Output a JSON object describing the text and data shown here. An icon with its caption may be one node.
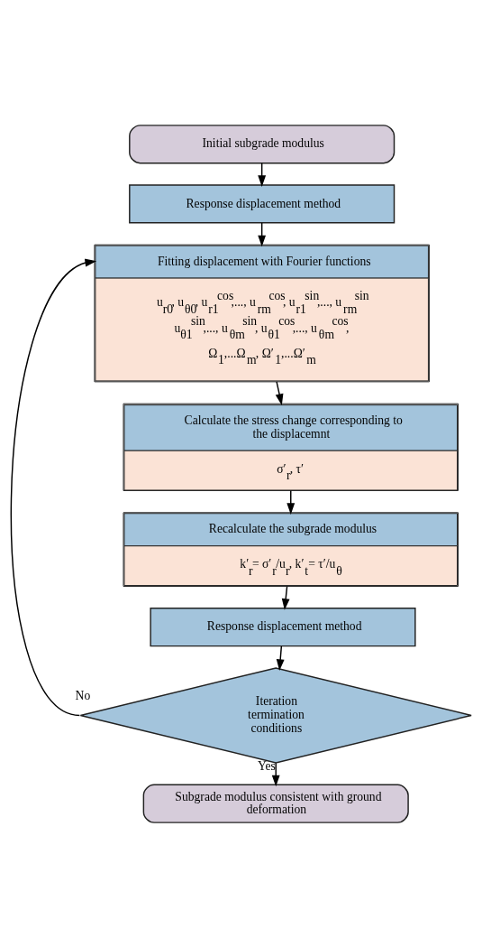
{
  "diagram": {
    "nodes": [
      {
        "text": [
          "Initial subgrade modulus"
        ]
      },
      {
        "text": [
          "Response displacement method"
        ]
      },
      {
        "text": [
          "Fitting displacement with Fourier functions",
          "u$_{r0}$, u$_{θ0}$, u$_{r1}$$^{cos}$,..., u$_{rm}$$^{cos}$, u$_{r1}$$^{sin}$,..., u$_{rm}$$^{sin}$ u$_{θ1}$$^{sin}$,..., u$_{θm}$$^{sin}$, u$_{θ1}$$^{cos}$,..., u$_{θm}$$^{cos}$, Ω$_{1}$,...Ω$_{m}$, Ω′$_{1}$,...Ω′$_{m}$"
        ]
      },
      {
        "text": [
          "Calculate the stress change corresponding to the displacemnt",
          "σ′$_{r}$, τ′"
        ]
      },
      {
        "text": [
          "Recalculate the subgrade modulus",
          "k′$_{r}$= σ′$_{r}$/u$_{r}$, k′$_{t}$= τ′/u$_{θ}$"
        ]
      },
      {
        "text": [
          "Response displacement method"
        ]
      },
      {
        "text": [
          "Iteration termination conditions"
        ]
      },
      {
        "text": [
          "Subgrade modulus consistent with ground deformation"
        ]
      }
    ],
    "edges": [
      {
        "from": 0,
        "to": 1,
        "arrow": "to"
      },
      {
        "from": 1,
        "to": 2,
        "arrow": "to"
      },
      {
        "from": 2,
        "to": 3,
        "arrow": "to"
      },
      {
        "from": 3,
        "to": 4,
        "arrow": "to"
      },
      {
        "from": 4,
        "to": 5,
        "arrow": "to"
      },
      {
        "from": 5,
        "to": 6,
        "arrow": "to"
      },
      {
        "from": 6,
        "to": 2,
        "arrow": "to",
        "label": "No"
      },
      {
        "from": 6,
        "to": 7,
        "arrow": "to",
        "label": "Yes"
      }
    ]
  }
}
